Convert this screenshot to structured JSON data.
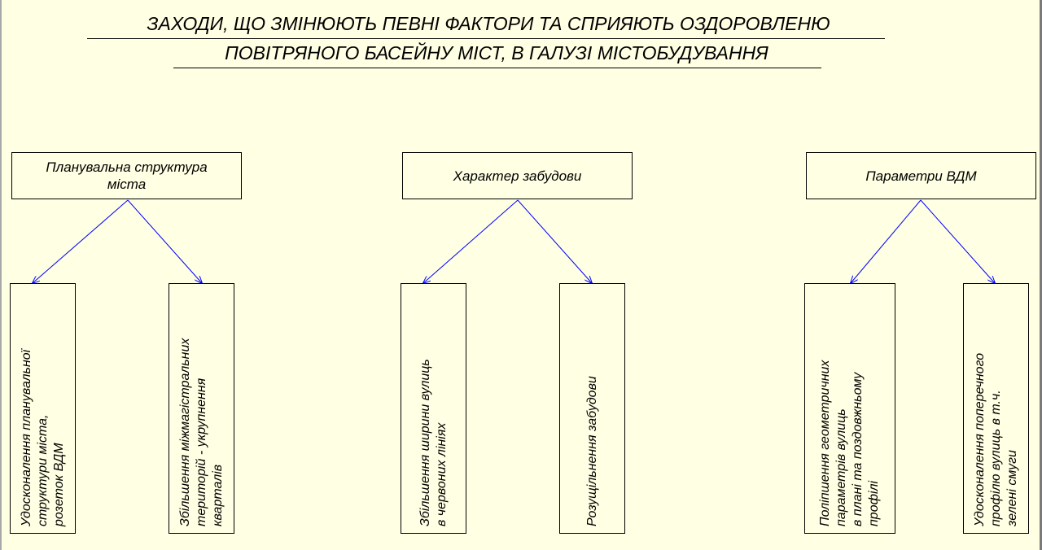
{
  "title": {
    "line1": "ЗАХОДИ, ЩО ЗМІНЮЮТЬ ПЕВНІ ФАКТОРИ ТА СПРИЯЮТЬ ОЗДОРОВЛЕНЮ",
    "line2": "ПОВІТРЯНОГО БАСЕЙНУ МІСТ, В ГАЛУЗІ МІСТОБУДУВАННЯ"
  },
  "colors": {
    "background": "#ffffe3",
    "arrow": "#0000ff",
    "border": "#000000"
  },
  "categories": [
    {
      "label": "Планувальна структура\nміста",
      "children": [
        "Удосконалення планувальної\nструктури міста,\nрозеток ВДМ",
        "Збільшення міжмагістральних\nтериторій - укрупнення\nкварталів"
      ]
    },
    {
      "label": "Характер забудови",
      "children": [
        "Збільшення ширини вулиць\nв червоних лініях",
        "Розущільнення забудови"
      ]
    },
    {
      "label": "Параметри ВДМ",
      "children": [
        "Поліпшення геометричних\nпараметрів вулиць\nв плані та поздовжньому\nпрофілі",
        "Удосконалення поперечного\nпрофілю вулиць в т.ч.\nзелені смуги"
      ]
    }
  ]
}
